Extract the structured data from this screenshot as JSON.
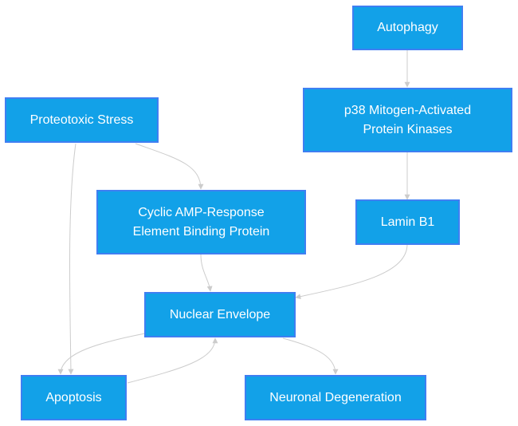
{
  "nodes": [
    {
      "id": "autophagy",
      "label": "Autophagy"
    },
    {
      "id": "p38",
      "label": "p38 Mitogen-Activated\nProtein Kinases"
    },
    {
      "id": "proteotoxic",
      "label": "Proteotoxic Stress"
    },
    {
      "id": "creb",
      "label": "Cyclic AMP-Response\nElement Binding Protein"
    },
    {
      "id": "lamin",
      "label": "Lamin B1"
    },
    {
      "id": "nuclear",
      "label": "Nuclear Envelope"
    },
    {
      "id": "apoptosis",
      "label": "Apoptosis"
    },
    {
      "id": "neuronal",
      "label": "Neuronal Degeneration"
    }
  ],
  "edges": [
    {
      "from": "autophagy",
      "to": "p38"
    },
    {
      "from": "p38",
      "to": "lamin"
    },
    {
      "from": "lamin",
      "to": "nuclear"
    },
    {
      "from": "proteotoxic",
      "to": "creb"
    },
    {
      "from": "proteotoxic",
      "to": "apoptosis"
    },
    {
      "from": "creb",
      "to": "nuclear"
    },
    {
      "from": "nuclear",
      "to": "apoptosis"
    },
    {
      "from": "apoptosis",
      "to": "nuclear"
    },
    {
      "from": "nuclear",
      "to": "neuronal"
    }
  ],
  "colors": {
    "node_fill": "#12a1e8",
    "node_border": "#3f7ff2",
    "node_text": "#ffffff",
    "edge": "#cccccc"
  }
}
